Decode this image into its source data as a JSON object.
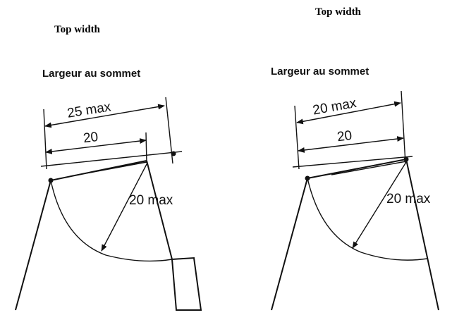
{
  "captions": {
    "left": "Top width",
    "right": "Top width"
  },
  "left_diagram": {
    "subtitle": "Largeur au sommet",
    "outer_dim": "25 max",
    "inner_dim": "20",
    "radius_dim": "20 max"
  },
  "right_diagram": {
    "subtitle": "Largeur au sommet",
    "outer_dim": "20 max",
    "inner_dim": "20",
    "radius_dim": "20 max"
  }
}
